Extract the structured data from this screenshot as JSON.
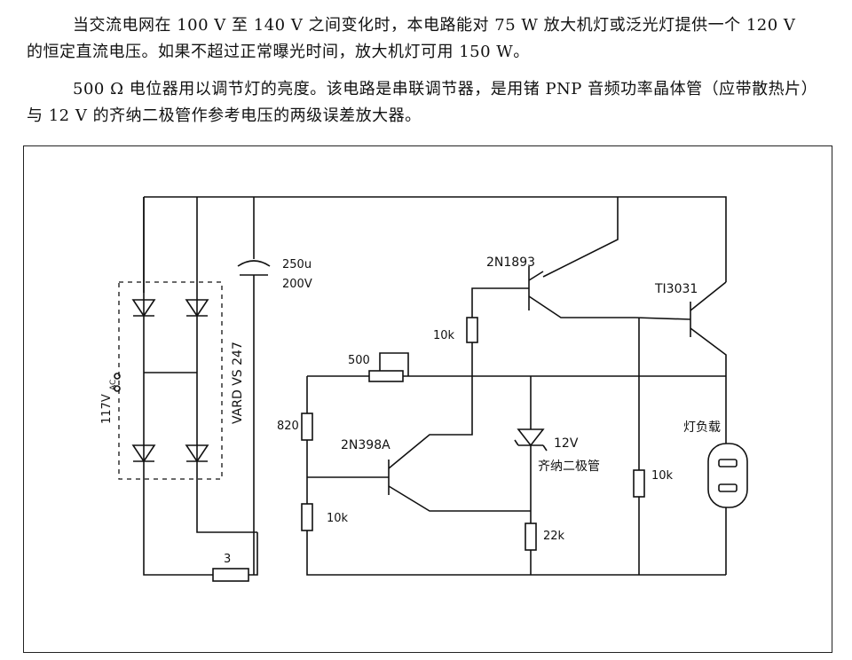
{
  "text": {
    "paragraph1": "当交流电网在 100 V 至 140 V 之间变化时，本电路能对 75 W 放大机灯或泛光灯提供一个 120 V 的恒定直流电压。如果不超过正常曝光时间，放大机灯可用 150 W。",
    "paragraph2": "500 Ω 电位器用以调节灯的亮度。该电路是串联调节器，是用锗 PNP 音频功率晶体管（应带散热片）与 12 V 的齐纳二极管作参考电压的两级误差放大器。"
  },
  "labels": {
    "capacitor_value": "250u",
    "capacitor_voltage": "200V",
    "rectifier": "VARD VS 247",
    "ac_input": "117V",
    "ac_sub": "AC",
    "q1": "2N1893",
    "q2": "TI3031",
    "q3": "2N398A",
    "r_10k_a": "10k",
    "r_pot": "500",
    "r_820": "820",
    "r_10k_b": "10k",
    "zener_voltage": "12V",
    "zener_name": "齐纳二极管",
    "r_22k": "22k",
    "r_10k_c": "10k",
    "load": "灯负载",
    "r_3": "3"
  }
}
